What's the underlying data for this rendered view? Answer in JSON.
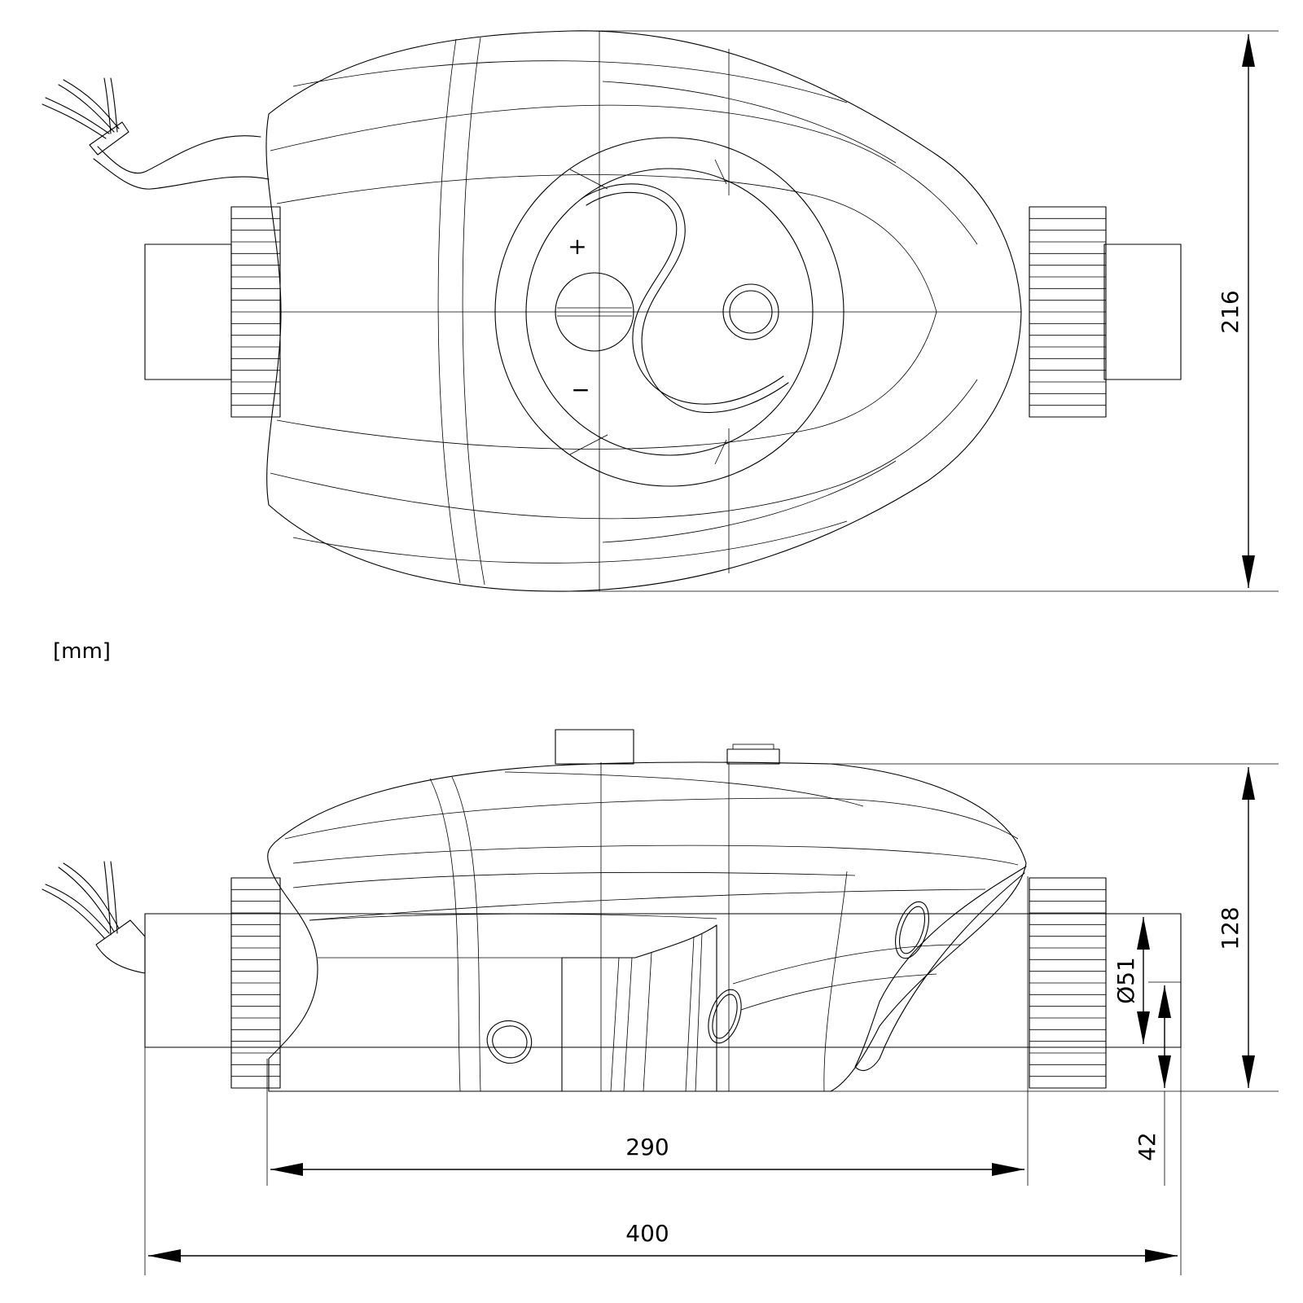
{
  "units_label": "[mm]",
  "top_view": {
    "plus_symbol": "+",
    "minus_symbol": "−"
  },
  "dimensions": {
    "height_top": "216",
    "height_side": "128",
    "pipe_diameter": "Ø51",
    "pipe_axis_height": "42",
    "inner_length": "290",
    "overall_length": "400"
  }
}
